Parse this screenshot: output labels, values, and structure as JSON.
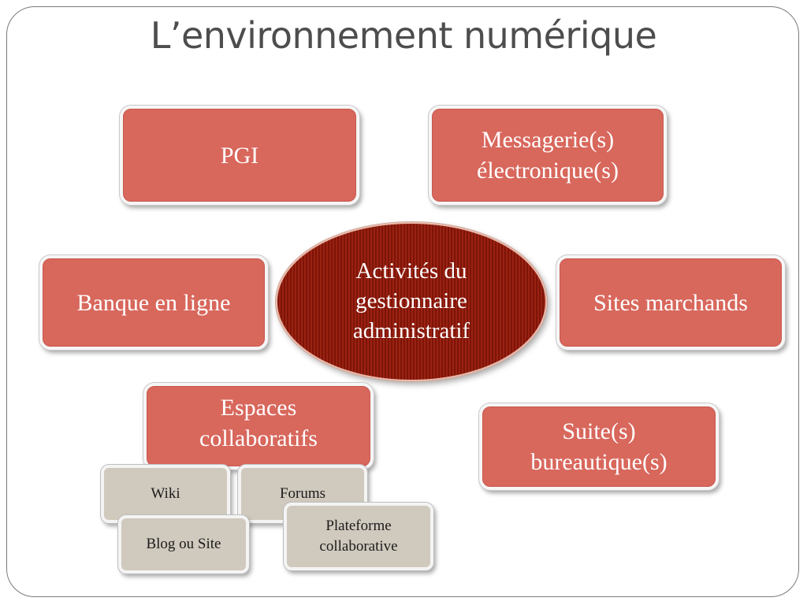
{
  "slide": {
    "title": "L’environnement numérique"
  },
  "center": {
    "lines": [
      "Activités du",
      "gestionnaire",
      "administratif"
    ]
  },
  "boxes": {
    "pgi": [
      "PGI"
    ],
    "messagerie": [
      "Messagerie(s)",
      "électronique(s)"
    ],
    "banque": [
      "Banque en ligne"
    ],
    "sites": [
      "Sites marchands"
    ],
    "espaces": [
      "Espaces",
      "collaboratifs"
    ],
    "suite": [
      "Suite(s)",
      "bureautique(s)"
    ]
  },
  "sub_boxes": {
    "wiki": [
      "Wiki"
    ],
    "forums": [
      "Forums"
    ],
    "blog": [
      "Blog ou Site"
    ],
    "plateforme": [
      "Plateforme",
      "collaborative"
    ]
  },
  "colors": {
    "box_fill": "#d8675c",
    "center_fill": "#8b1a0c",
    "sub_fill": "#d0c9bd",
    "title": "#4d4d4d"
  }
}
